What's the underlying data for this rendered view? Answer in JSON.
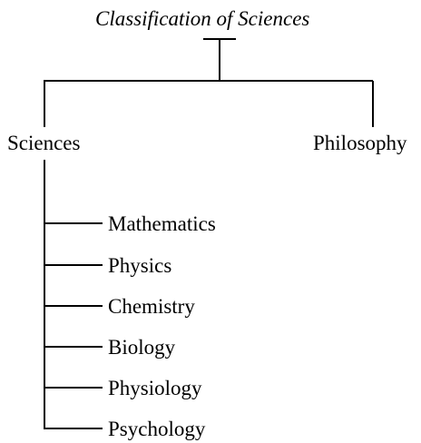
{
  "diagram": {
    "title": "Classification of Sciences",
    "branches": {
      "left": "Sciences",
      "right": "Philosophy"
    },
    "sciences": [
      "Mathematics",
      "Physics",
      "Chemistry",
      "Biology",
      "Physiology",
      "Psychology"
    ]
  },
  "colors": {
    "line": "#000000",
    "text": "#000000",
    "background": "#ffffff"
  }
}
